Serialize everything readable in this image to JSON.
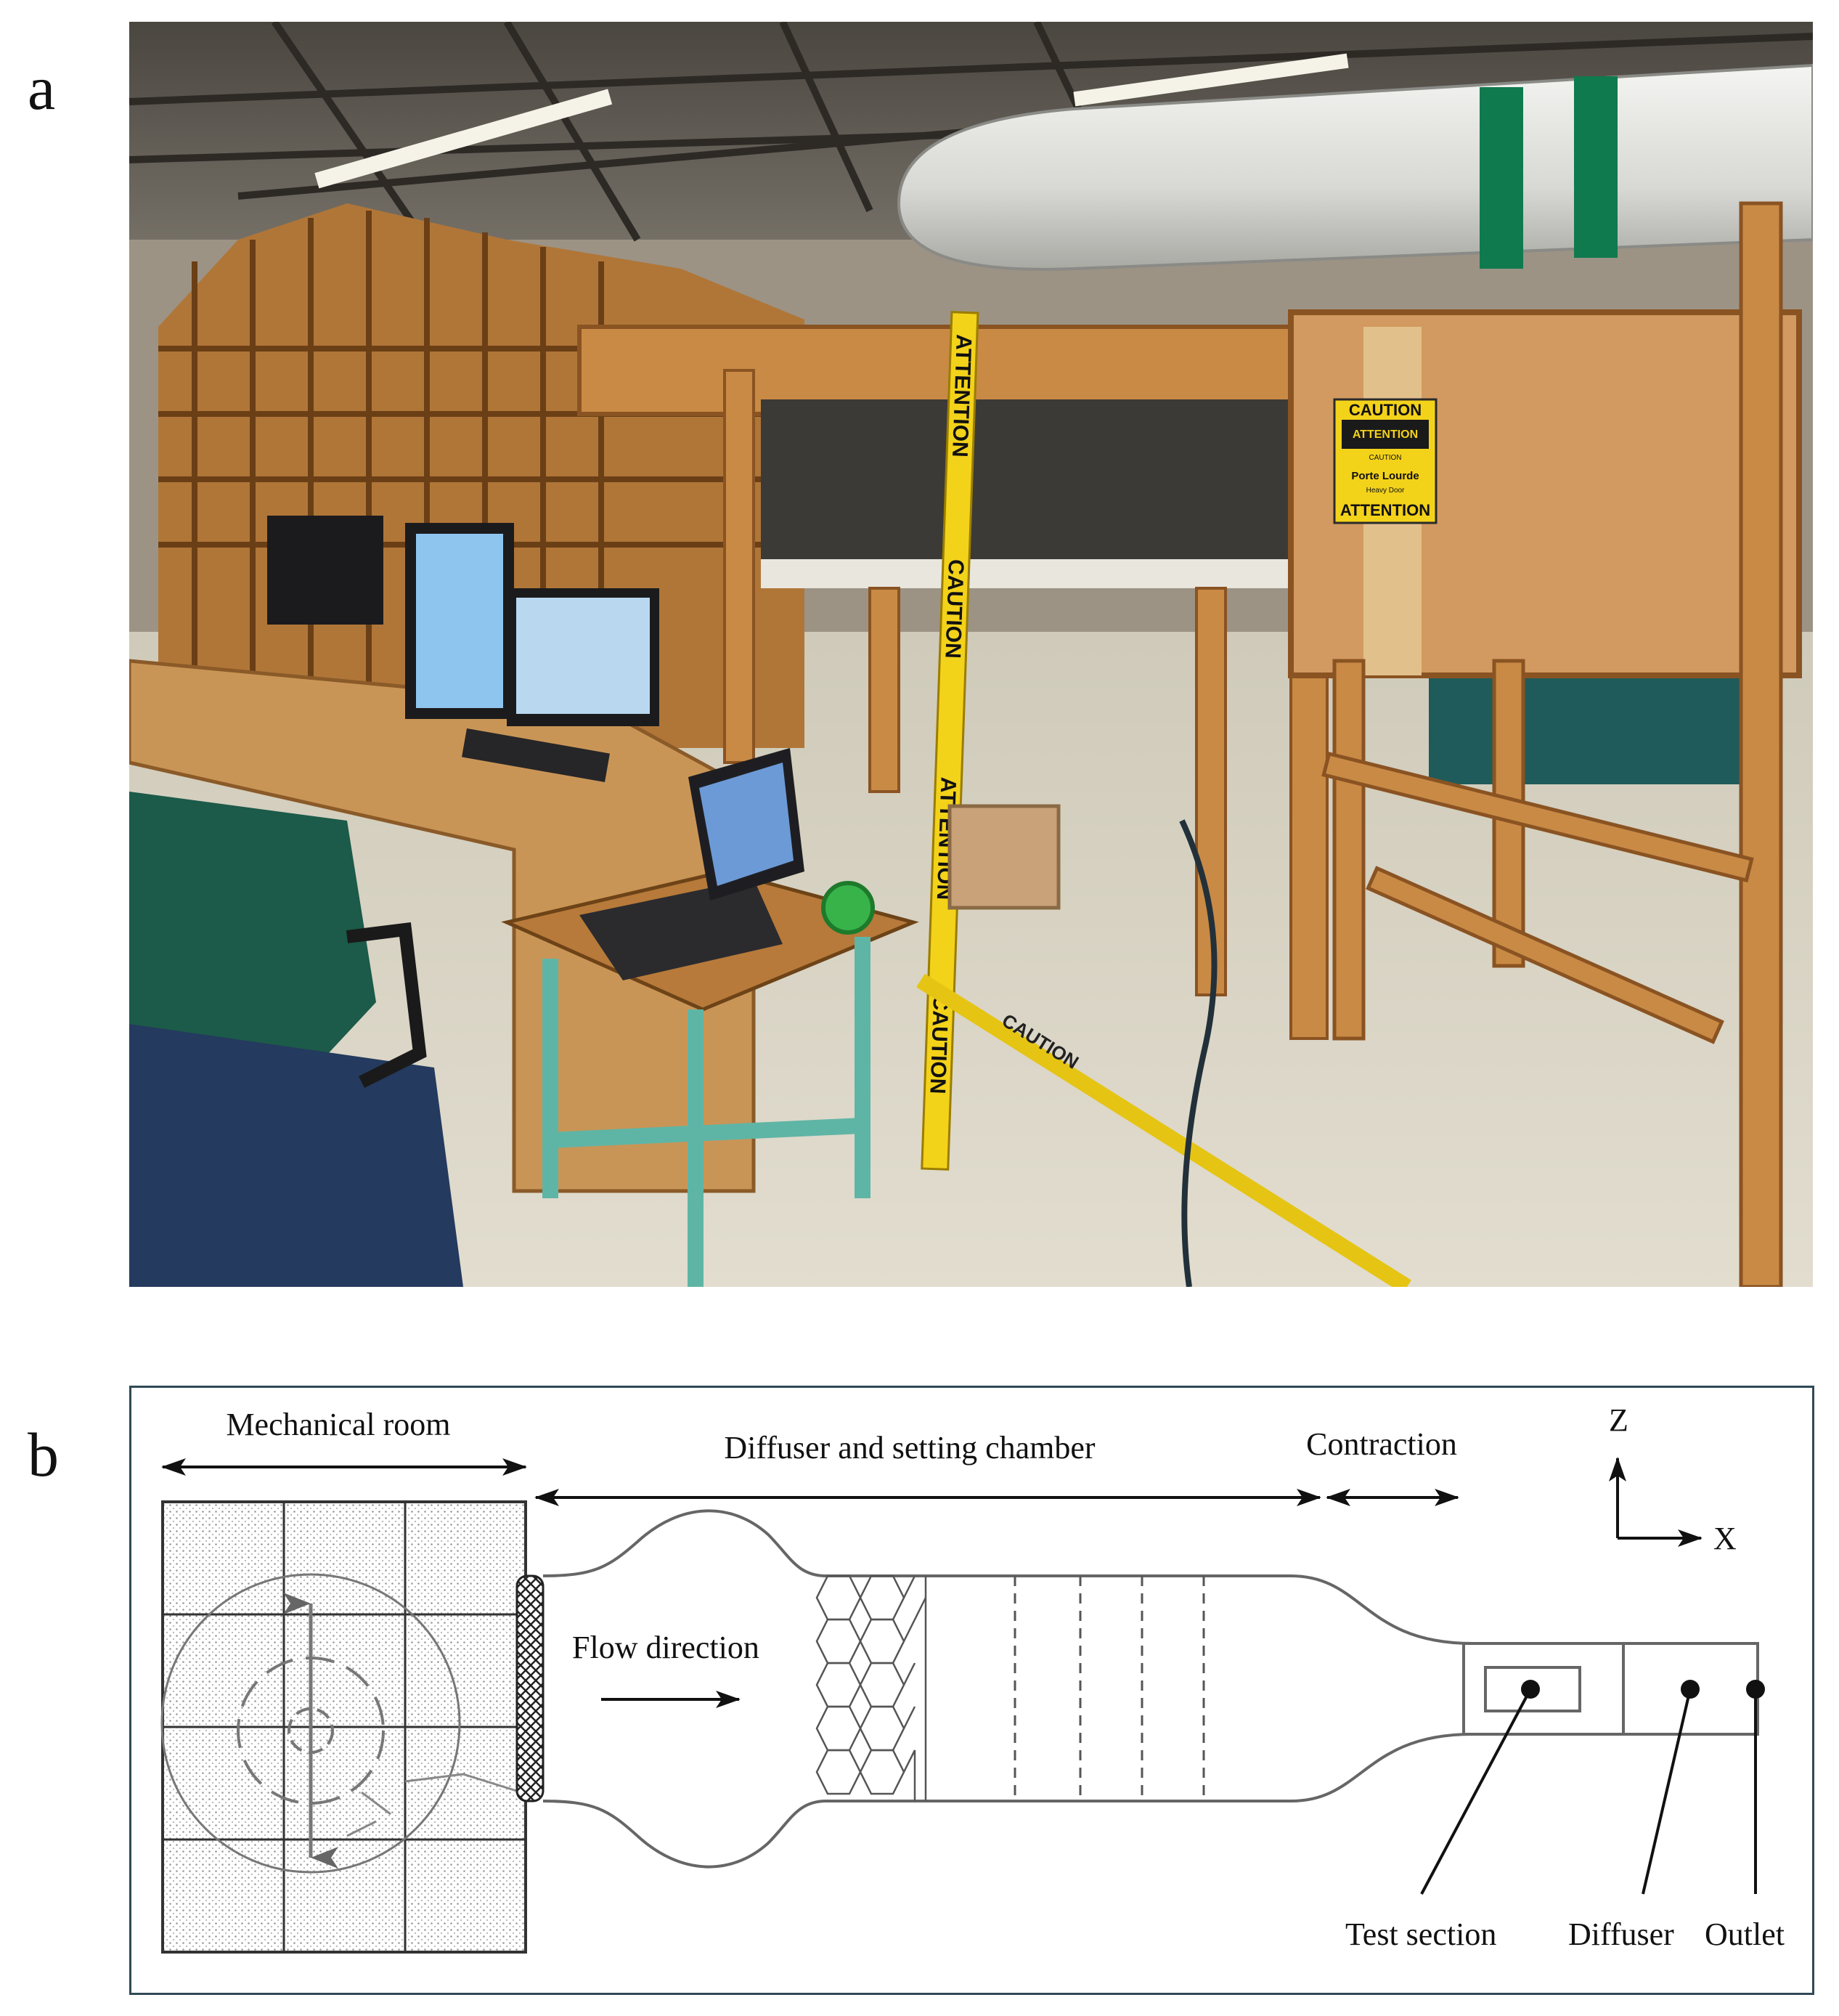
{
  "panels": {
    "a": {
      "label": "a"
    },
    "b": {
      "label": "b"
    }
  },
  "photo": {
    "signs": {
      "caution_top": "CAUTION",
      "attention_1": "ATTENTION",
      "caution_small": "CAUTION",
      "porte": "Porte Lourde",
      "heavy": "Heavy Door",
      "attention_2": "ATTENTION"
    },
    "tape_words": [
      "ATTENTION",
      "CAUTION",
      "ATTENTION",
      "CAUTION"
    ],
    "floor_text": "CAUTION"
  },
  "diagram": {
    "sections": {
      "mechanical_room": "Mechanical room",
      "diffuser_chamber": "Diffuser and setting chamber",
      "contraction": "Contraction"
    },
    "flow_label": "Flow direction",
    "axes": {
      "z": "Z",
      "x": "X"
    },
    "callouts": {
      "test_section": "Test section",
      "diffuser": "Diffuser",
      "outlet": "Outlet"
    }
  },
  "colors": {
    "wood": "#c98a45",
    "wood_dark": "#8a5322",
    "floor": "#d8d3c4",
    "ceiling": "#5a5650",
    "caution_yellow": "#f3d21a",
    "frame": "#2f4a55"
  }
}
